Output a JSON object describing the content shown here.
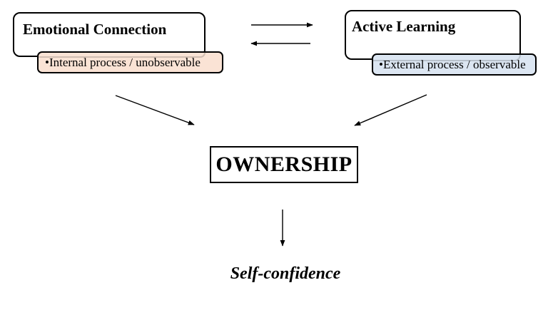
{
  "diagram": {
    "left_box": {
      "title": "Emotional Connection",
      "note": "•Internal process / unobservable",
      "note_color": "#FAE3D5"
    },
    "right_box": {
      "title": "Active Learning",
      "note": "•External process / observable",
      "note_color": "#DCE6F2"
    },
    "center_box": {
      "label": "OWNERSHIP"
    },
    "outcome": {
      "label": "Self-confidence"
    },
    "colors": {
      "box_border": "#000000",
      "background": "#FFFFFF",
      "arrow": "#000000"
    }
  }
}
